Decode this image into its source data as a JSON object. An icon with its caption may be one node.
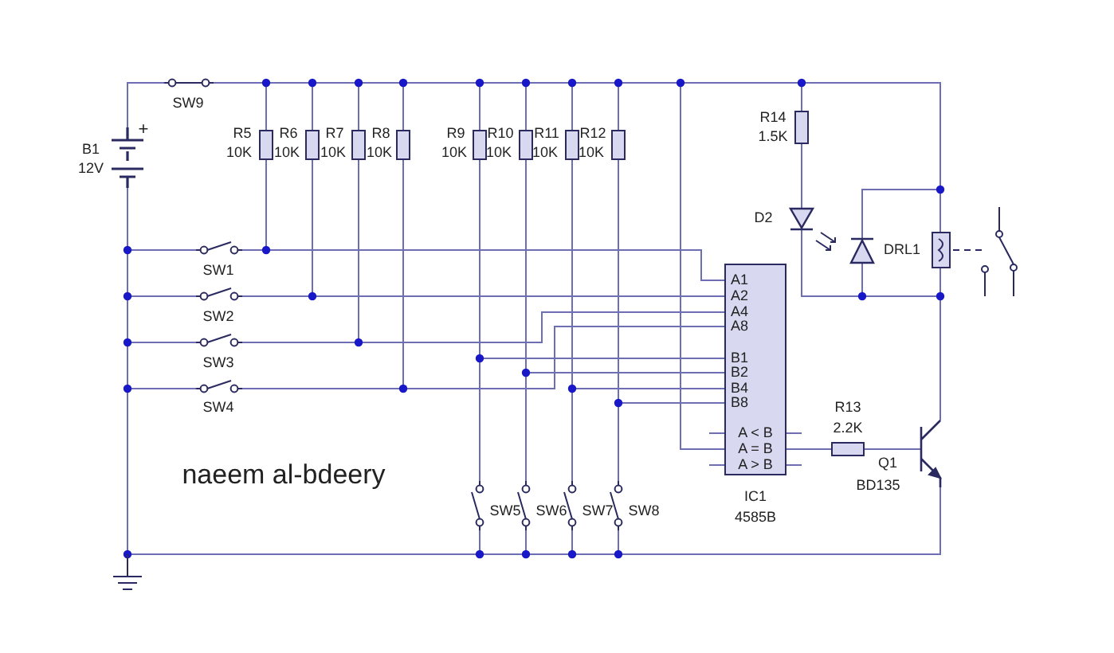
{
  "diagram": {
    "labels": [
      "SW9",
      "+",
      "B1",
      "12V",
      "R5",
      "10K",
      "R6",
      "10K",
      "R7",
      "10K",
      "R8",
      "10K",
      "R9",
      "10K",
      "R10",
      "10K",
      "R11",
      "10K",
      "R12",
      "10K",
      "R14",
      "1.5K",
      "D2",
      "DRL1",
      "SW1",
      "A1",
      "A2",
      "SW2",
      "A4",
      "A8",
      "SW3",
      "B1",
      "B2",
      "SW4",
      "B4",
      "B8",
      "R13",
      "2.2K",
      "A < B",
      "A = B",
      "A > B",
      "Q1",
      "BD135",
      "naeem al-bdeery",
      "SW5",
      "SW6",
      "SW7",
      "SW8",
      "IC1",
      "4585B"
    ]
  }
}
